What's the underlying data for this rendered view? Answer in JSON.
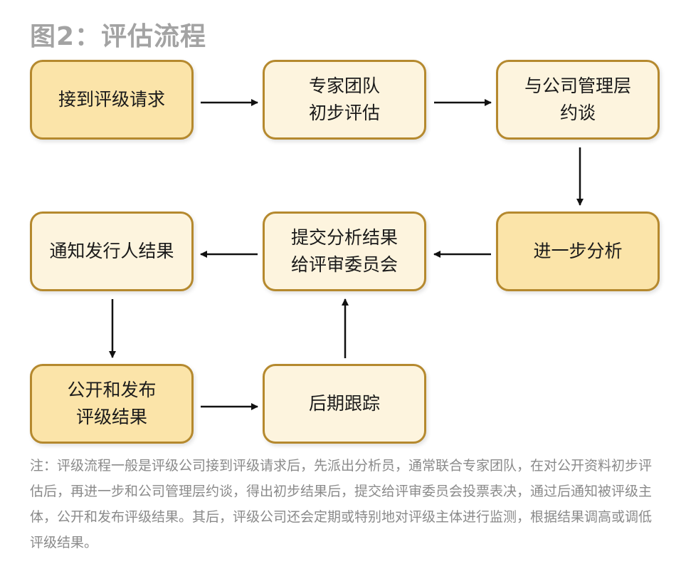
{
  "title": "图2：评估流程",
  "nodes": {
    "n1": [
      "接到评级请求"
    ],
    "n2": [
      "专家团队",
      "初步评估"
    ],
    "n3": [
      "与公司管理层",
      "约谈"
    ],
    "n4": [
      "进一步分析"
    ],
    "n5": [
      "提交分析结果",
      "给评审委员会"
    ],
    "n6": [
      "通知发行人结果"
    ],
    "n7": [
      "公开和发布",
      "评级结果"
    ],
    "n8": [
      "后期跟踪"
    ]
  },
  "note": "注：评级流程一般是评级公司接到评级请求后，先派出分析员，通常联合专家团队，在对公开资料初步评估后，再进一步和公司管理层约谈，得出初步结果后，提交给评审委员会投票表决，通过后通知被评级主体，公开和发布评级结果。其后，评级公司还会定期或特别地对评级主体进行监测，根据结果调高或调低评级结果。",
  "colors": {
    "border": "#b5892e",
    "fill_light": "#fdf4de",
    "fill_dark": "#fbe4a9",
    "title": "#a3a3a3",
    "note": "#8a8a8a"
  }
}
